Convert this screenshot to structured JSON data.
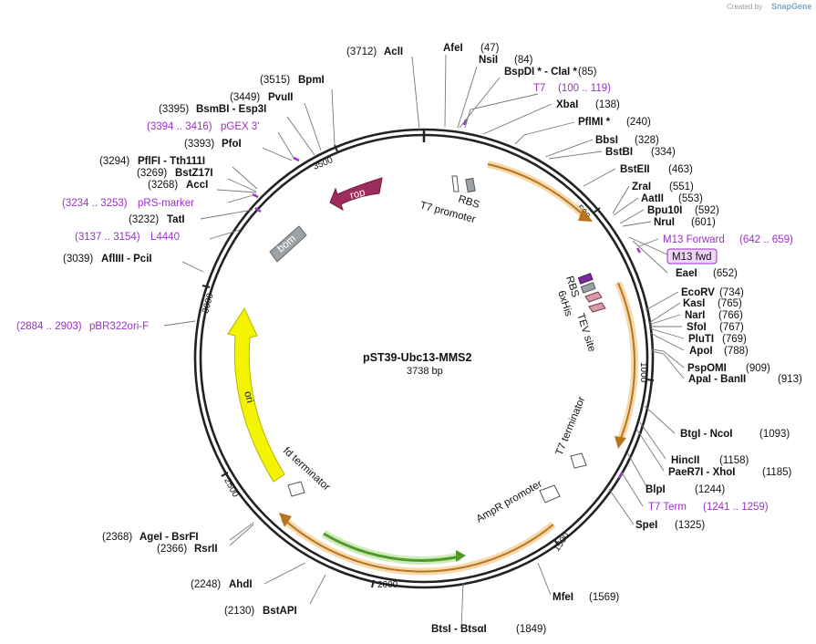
{
  "credit": {
    "prefix": "Created by",
    "brand": "SnapGene"
  },
  "plasmid": {
    "name": "pST39-Ubc13-MMS2",
    "length": "3738 bp"
  },
  "ticks": [
    "500",
    "1000",
    "1500",
    "2000",
    "2500",
    "3000",
    "3500"
  ],
  "sites": [
    {
      "pos": "(3712)",
      "name": "AclI"
    },
    {
      "name": "AfeI",
      "pos": "(47)"
    },
    {
      "name": "NsiI",
      "pos": "(84)"
    },
    {
      "name": "BspDI * - ClaI *",
      "pos": "(85)"
    },
    {
      "name": "T7",
      "pos": "(100 .. 119)"
    },
    {
      "name": "XbaI",
      "pos": "(138)"
    },
    {
      "name": "PflMI *",
      "pos": "(240)"
    },
    {
      "name": "BbsI",
      "pos": "(328)"
    },
    {
      "name": "BstBI",
      "pos": "(334)"
    },
    {
      "name": "BstEII",
      "pos": "(463)"
    },
    {
      "name": "ZraI",
      "pos": "(551)"
    },
    {
      "name": "AatII",
      "pos": "(553)"
    },
    {
      "name": "Bpu10I",
      "pos": "(592)"
    },
    {
      "name": "NruI",
      "pos": "(601)"
    },
    {
      "name": "M13 Forward",
      "pos": "(642 .. 659)"
    },
    {
      "name": "M13 fwd"
    },
    {
      "name": "EaeI",
      "pos": "(652)"
    },
    {
      "name": "EcoRV",
      "pos": "(734)"
    },
    {
      "name": "KasI",
      "pos": "(765)"
    },
    {
      "name": "NarI",
      "pos": "(766)"
    },
    {
      "name": "SfoI",
      "pos": "(767)"
    },
    {
      "name": "PluTI",
      "pos": "(769)"
    },
    {
      "name": "ApoI",
      "pos": "(788)"
    },
    {
      "name": "PspOMI",
      "pos": "(909)"
    },
    {
      "name": "ApaI - BanII",
      "pos": "(913)"
    },
    {
      "name": "BtgI - NcoI",
      "pos": "(1093)"
    },
    {
      "name": "HincII",
      "pos": "(1158)"
    },
    {
      "name": "PaeR7I - XhoI",
      "pos": "(1185)"
    },
    {
      "name": "BlpI",
      "pos": "(1244)"
    },
    {
      "name": "T7 Term",
      "pos": "(1241 .. 1259)"
    },
    {
      "name": "SpeI",
      "pos": "(1325)"
    },
    {
      "name": "MfeI",
      "pos": "(1569)"
    },
    {
      "name": "BtsI - BtsαI",
      "pos": "(1849)"
    },
    {
      "pos": "(2130)",
      "name": "BstAPI"
    },
    {
      "pos": "(2248)",
      "name": "AhdI"
    },
    {
      "pos": "(2368)",
      "name": "AgeI - BsrFI"
    },
    {
      "pos": "(2366)",
      "name": "RsrII"
    },
    {
      "pos": "(2884 .. 2903)",
      "name": "pBR322ori-F"
    },
    {
      "pos": "(3039)",
      "name": "AflIII - PciI"
    },
    {
      "pos": "(3137 .. 3154)",
      "name": "L4440"
    },
    {
      "pos": "(3232)",
      "name": "TatI"
    },
    {
      "pos": "(3234 .. 3253)",
      "name": "pRS-marker"
    },
    {
      "pos": "(3268)",
      "name": "AccI"
    },
    {
      "pos": "(3269)",
      "name": "BstZ17I"
    },
    {
      "pos": "(3294)",
      "name": "PflFI - Tth111I"
    },
    {
      "pos": "(3393)",
      "name": "PfoI"
    },
    {
      "pos": "(3394 .. 3416)",
      "name": "pGEX 3'"
    },
    {
      "pos": "(3395)",
      "name": "BsmBI - Esp3I"
    },
    {
      "pos": "(3449)",
      "name": "PvuII"
    },
    {
      "pos": "(3515)",
      "name": "BpmI"
    }
  ],
  "features": {
    "rop": "rop",
    "bom": "bom",
    "ori": "ori",
    "rbs1": "RBS",
    "t7_promoter": "T7 promoter",
    "rbs2": "RBS",
    "his": "6xHis",
    "tev": "TEV site",
    "t7_terminator": "T7 terminator",
    "ampr_promoter": "AmpR promoter",
    "fd_terminator": "fd terminator"
  },
  "colors": {
    "backbone": "#222222",
    "primer": "#9b2fc9",
    "orange_cds": "#e6a64a",
    "green_cds": "#4f9a2a",
    "rop": "#9c2d5d",
    "ori": "#f4f400",
    "bom": "#9aa2a8"
  }
}
